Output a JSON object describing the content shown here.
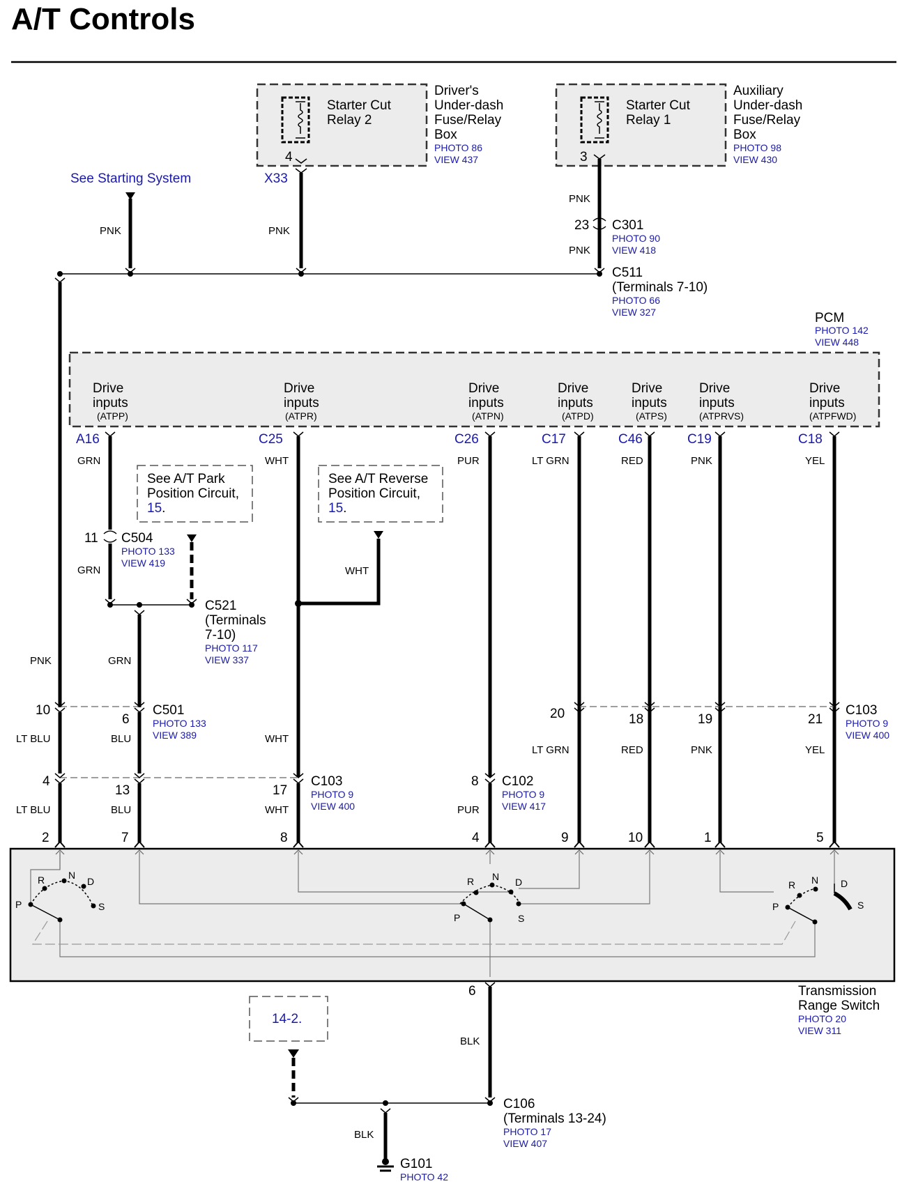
{
  "title": "A/T Controls",
  "relays": {
    "r2": {
      "name": [
        "Starter Cut",
        "Relay 2"
      ],
      "pin": "4",
      "box": [
        "Driver's",
        "Under-dash",
        "Fuse/Relay",
        "Box"
      ],
      "photo": "PHOTO 86",
      "view": "VIEW 437"
    },
    "r1": {
      "name": [
        "Starter Cut",
        "Relay 1"
      ],
      "pin": "3",
      "box": [
        "Auxiliary",
        "Under-dash",
        "Fuse/Relay",
        "Box"
      ],
      "photo": "PHOTO 98",
      "view": "VIEW 430"
    }
  },
  "see_starting": "See Starting System",
  "x33": "X33",
  "wires": {
    "pnk": "PNK",
    "grn": "GRN",
    "wht": "WHT",
    "pur": "PUR",
    "ltgrn": "LT GRN",
    "red": "RED",
    "yel": "YEL",
    "ltblu": "LT BLU",
    "blu": "BLU",
    "blk": "BLK"
  },
  "c301": {
    "name": "C301",
    "pin": "23",
    "photo": "PHOTO 90",
    "view": "VIEW 418"
  },
  "c511": {
    "name": "C511",
    "sub": "(Terminals 7-10)",
    "photo": "PHOTO 66",
    "view": "VIEW 327"
  },
  "pcm": {
    "name": "PCM",
    "photo": "PHOTO 142",
    "view": "VIEW 448",
    "inputs": [
      {
        "l1": "Drive",
        "l2": "inputs",
        "code": "(ATPP)",
        "pin": "A16"
      },
      {
        "l1": "Drive",
        "l2": "inputs",
        "code": "(ATPR)",
        "pin": "C25"
      },
      {
        "l1": "Drive",
        "l2": "inputs",
        "code": "(ATPN)",
        "pin": "C26"
      },
      {
        "l1": "Drive",
        "l2": "inputs",
        "code": "(ATPD)",
        "pin": "C17"
      },
      {
        "l1": "Drive",
        "l2": "inputs",
        "code": "(ATPS)",
        "pin": "C46"
      },
      {
        "l1": "Drive",
        "l2": "inputs",
        "code": "(ATPRVS)",
        "pin": "C19"
      },
      {
        "l1": "Drive",
        "l2": "inputs",
        "code": "(ATPFWD)",
        "pin": "C18"
      }
    ]
  },
  "park_note": {
    "l1": "See A/T Park",
    "l2": "Position Circuit,",
    "ref": "15",
    "dot": "."
  },
  "rev_note": {
    "l1": "See A/T Reverse",
    "l2": "Position Circuit,",
    "ref": "15",
    "dot": "."
  },
  "c504": {
    "name": "C504",
    "pin": "11",
    "photo": "PHOTO 133",
    "view": "VIEW 419"
  },
  "c521": {
    "name": "C521",
    "l2": "(Terminals",
    "l3": "7-10)",
    "photo": "PHOTO 117",
    "view": "VIEW 337"
  },
  "c501": {
    "name": "C501",
    "pin_a": "10",
    "pin_b": "6",
    "photo": "PHOTO 133",
    "view": "VIEW 389"
  },
  "c103_top": {
    "name": "C103",
    "pins": [
      "20",
      "18",
      "19",
      "21"
    ],
    "photo": "PHOTO 9",
    "view": "VIEW 400"
  },
  "c103_low": {
    "name": "C103",
    "pins": [
      "4",
      "13",
      "17"
    ],
    "photo": "PHOTO 9",
    "view": "VIEW 400"
  },
  "c102": {
    "name": "C102",
    "pin": "8",
    "photo": "PHOTO 9",
    "view": "VIEW 417"
  },
  "switch": {
    "pins": [
      "2",
      "7",
      "8",
      "4",
      "9",
      "10",
      "1",
      "5"
    ],
    "name": [
      "Transmission",
      "Range Switch"
    ],
    "photo": "PHOTO 20",
    "view": "VIEW 311",
    "pos": {
      "p": "P",
      "r": "R",
      "n": "N",
      "d": "D",
      "s": "S"
    },
    "gnd_pin": "6"
  },
  "ref_142": "14-2.",
  "c106": {
    "name": "C106",
    "sub": "(Terminals 13-24)",
    "photo": "PHOTO 17",
    "view": "VIEW 407"
  },
  "g101": {
    "name": "G101",
    "photo": "PHOTO 42"
  }
}
